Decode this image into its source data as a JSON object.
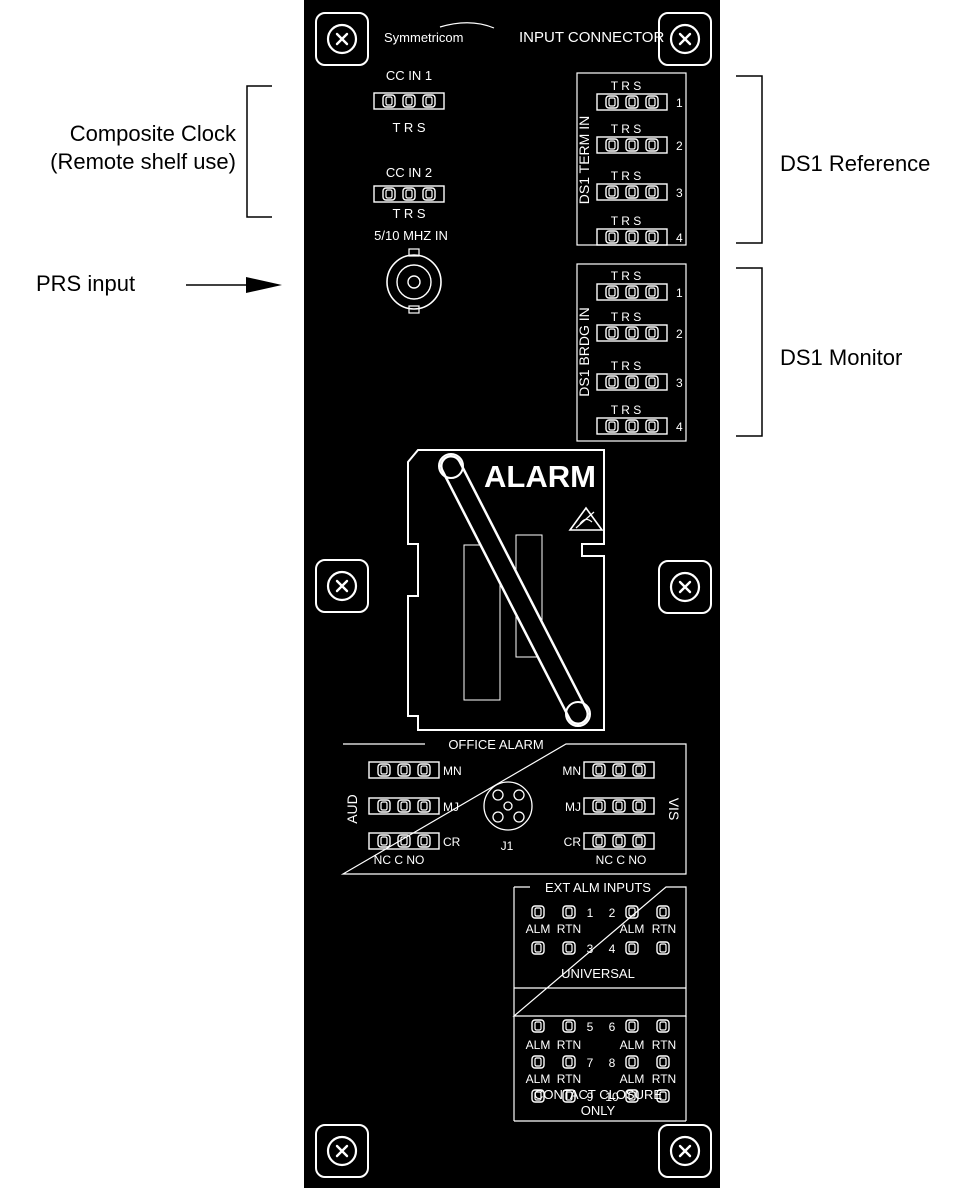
{
  "callouts": {
    "composite_clock_line1": "Composite Clock",
    "composite_clock_line2": "(Remote shelf use)",
    "prs_input": "PRS input",
    "ds1_reference": "DS1 Reference",
    "ds1_monitor": "DS1 Monitor"
  },
  "panel": {
    "brand": "Symmetricom",
    "header": "INPUT CONNECTOR",
    "cc_in_1": "CC IN 1",
    "cc_in_2": "CC IN 2",
    "trs_label": "T R S",
    "mhz_in": "5/10 MHZ IN",
    "ds1_term_in": "DS1 TERM IN",
    "ds1_brdg_in": "DS1 BRDG IN",
    "port_numbers": [
      "1",
      "2",
      "3",
      "4"
    ],
    "alarm": "ALARM",
    "office_alarm": "OFFICE ALARM",
    "alarm_rows": [
      "MN",
      "MJ",
      "CR"
    ],
    "aud": "AUD",
    "vis": "VIS",
    "j1": "J1",
    "nc_c_no": "NC C NO",
    "ext_alm_inputs": "EXT ALM INPUTS",
    "alm_label": "ALM",
    "rtn_label": "RTN",
    "ext_numbers": [
      "1",
      "2",
      "3",
      "4",
      "5",
      "6",
      "7",
      "8",
      "9",
      "10"
    ],
    "universal": "UNIVERSAL",
    "contact_closure": "CONTACT CLOSURE",
    "only": "ONLY"
  },
  "colors": {
    "panel": "#000000",
    "ink": "#ffffff",
    "background": "#ffffff",
    "callout_ink": "#000000"
  },
  "icons": [
    "screw-icon",
    "esd-warning-icon",
    "bnc-connector-icon",
    "j1-connector-icon",
    "arrow-icon"
  ]
}
